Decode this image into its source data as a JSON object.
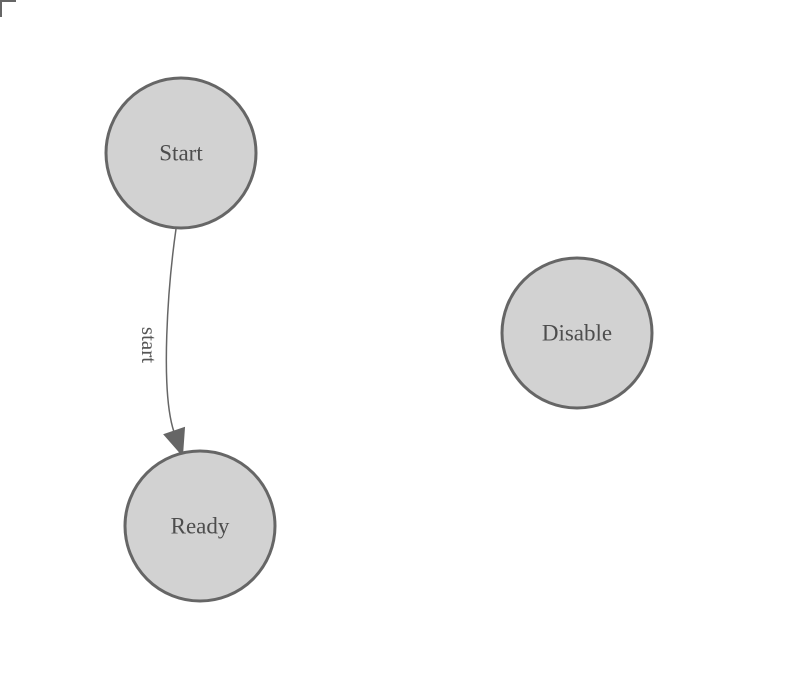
{
  "diagram": {
    "type": "state-diagram",
    "background": "#ffffff",
    "colors": {
      "node_fill": "#d2d2d2",
      "node_stroke": "#666666",
      "node_text": "#4d4d4d",
      "edge_stroke": "#666666",
      "edge_label_text": "#555555",
      "corner_mark": "#666666"
    },
    "nodes": [
      {
        "id": "start",
        "label": "Start"
      },
      {
        "id": "ready",
        "label": "Ready"
      },
      {
        "id": "disable",
        "label": "Disable"
      }
    ],
    "edges": [
      {
        "source": "Start",
        "target": "Ready",
        "label": "start",
        "label_rotation_deg": 90
      }
    ]
  }
}
